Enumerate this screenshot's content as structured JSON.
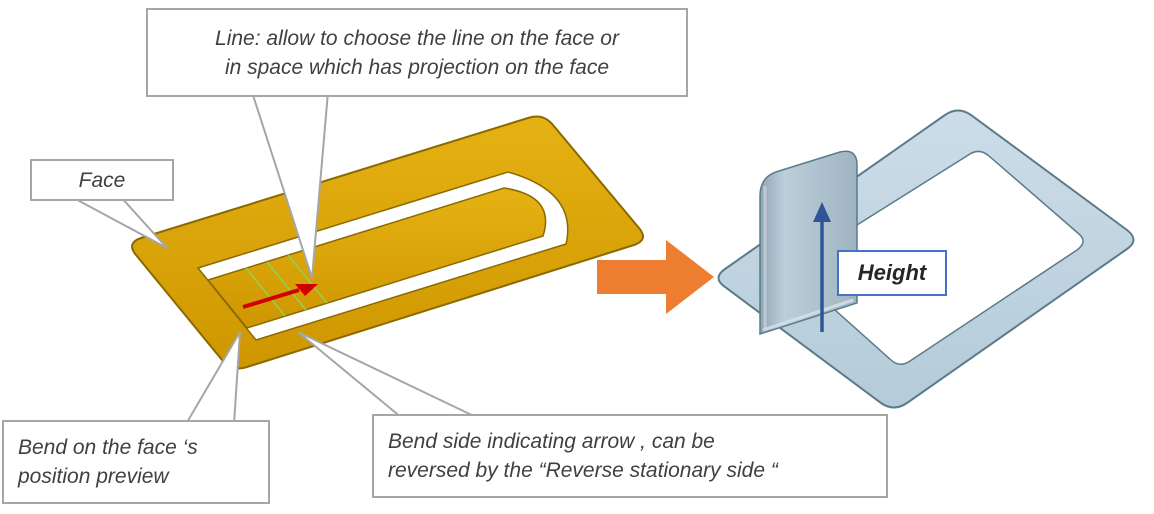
{
  "callouts": {
    "line_select": {
      "text_line1": "Line: allow to choose the line on the face or",
      "text_line2": "in space which has projection on the face"
    },
    "face": {
      "label": "Face"
    },
    "bend_preview": {
      "text_line1": "Bend on the face ‘s",
      "text_line2": "position preview"
    },
    "bend_side": {
      "text_line1": "Bend side indicating arrow , can be",
      "text_line2": "reversed by the “Reverse stationary side “"
    },
    "height": {
      "label": "Height"
    }
  },
  "icons": {
    "transform_arrow": "orange-right-block-arrow",
    "bend_direction_arrow": "red-arrow-on-face",
    "height_arrow": "blue-vertical-up-arrow",
    "bend_preview_lines": "green-bend-position-lines"
  },
  "colors": {
    "sheet_gold": "#DBA400",
    "sheet_gold_edge": "#8A6A00",
    "sheet_blue": "#C6D9E4",
    "sheet_blue_edge": "#5B7A8A",
    "flange_gray": "#A9BDC9",
    "transform_arrow_orange": "#ED7D31",
    "bend_arrow_red": "#D00000",
    "height_arrow_blue": "#2F5597",
    "bend_preview_green": "#92D050",
    "callout_border_gray": "#A6A6A6",
    "height_box_border_blue": "#4472C4",
    "text_gray": "#404040"
  }
}
